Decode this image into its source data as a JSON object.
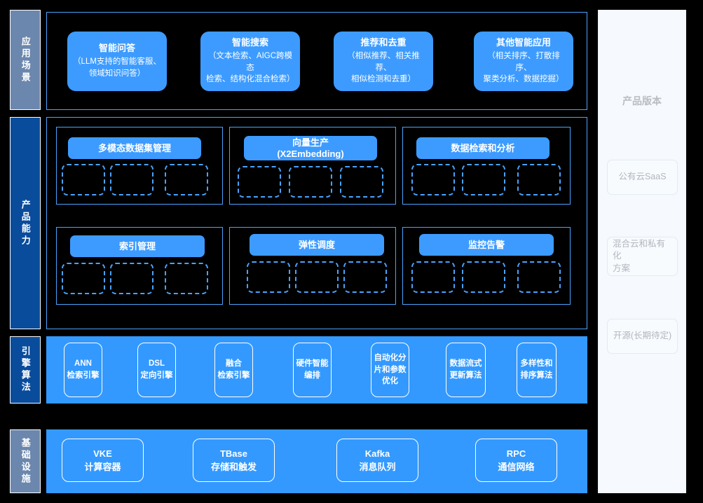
{
  "bands": [
    {
      "key": "application-scenario",
      "label": "应用场景",
      "style": "gray"
    },
    {
      "key": "product-capability",
      "label": "产品能力",
      "style": "blue"
    },
    {
      "key": "engine-algorithm",
      "label": "引擎算法",
      "style": "blue"
    },
    {
      "key": "infrastructure",
      "label": "基础设施",
      "style": "gray"
    }
  ],
  "application_scenarios": [
    {
      "title": "智能问答",
      "detail": "（LLM支持的智能客服、\n领域知识问答）"
    },
    {
      "title": "智能搜索",
      "detail": "（文本检索、AIGC跨模态\n检索、结构化混合检索）"
    },
    {
      "title": "推荐和去重",
      "detail": "（相似推荐、相关推荐、\n相似检测和去重）"
    },
    {
      "title": "其他智能应用",
      "detail": "（相关排序、打散排序、\n聚类分析、数据挖掘）"
    }
  ],
  "product_capabilities": [
    {
      "title": "多模态数据集管理",
      "slots": 3
    },
    {
      "title": "向量生产\n(X2Embedding)",
      "slots": 3
    },
    {
      "title": "数据检索和分析",
      "slots": 3
    },
    {
      "title": "索引管理",
      "slots": 3
    },
    {
      "title": "弹性调度",
      "slots": 3
    },
    {
      "title": "监控告警",
      "slots": 3
    }
  ],
  "engine_algorithms": [
    {
      "label": "ANN\n检索引擎"
    },
    {
      "label": "DSL\n定向引擎"
    },
    {
      "label": "融合\n检索引擎"
    },
    {
      "label": "硬件智能\n编排"
    },
    {
      "label": "自动化分\n片和参数\n优化"
    },
    {
      "label": "数据流式\n更新算法"
    },
    {
      "label": "多样性和\n排序算法"
    }
  ],
  "infrastructure": [
    {
      "label": "VKE\n计算容器"
    },
    {
      "label": "TBase\n存储和触发"
    },
    {
      "label": "Kafka\n消息队列"
    },
    {
      "label": "RPC\n通信网络"
    }
  ],
  "side_panel": {
    "title": "产品版本",
    "items": [
      {
        "label": "公有云SaaS"
      },
      {
        "label": "混合云和私有化\n方案"
      },
      {
        "label": "开源(长期待定)"
      }
    ]
  },
  "colors": {
    "background": "#000000",
    "accent_blue": "#3d9bff",
    "frame_blue": "#4aa3ff",
    "band_blue": "#0a4c9c",
    "band_gray": "#6c87ad",
    "panel_bg": "#f6f9fd",
    "panel_text": "#b2b7be"
  }
}
